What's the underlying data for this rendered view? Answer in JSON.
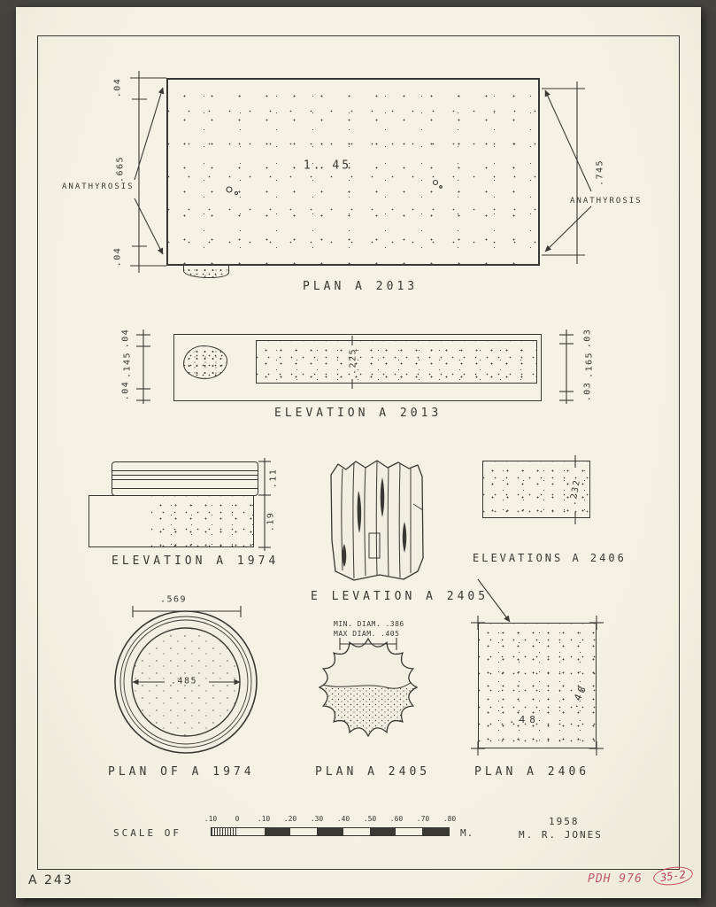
{
  "sheet": {
    "sheet_number": "A 243",
    "ref_number": "PDH 976",
    "circled_number": "35-2"
  },
  "plan_a_2013": {
    "title": "PLAN A 2013",
    "width_dim": "1. 45",
    "left_label": "ANATHYROSIS",
    "right_label": "ANATHYROSIS",
    "left_dims": [
      ".04",
      ".665",
      ".04"
    ],
    "right_dim": ".745"
  },
  "elevation_a_2013": {
    "title": "ELEVATION A 2013",
    "left_dims": [
      ".04",
      ".145",
      ".04"
    ],
    "right_dims": [
      ".03",
      ".165",
      ".03"
    ],
    "band_dim": ".225"
  },
  "elevation_a_1974": {
    "title": "ELEVATION A 1974",
    "cap_dim": ".11",
    "body_dim": ".19"
  },
  "elevation_a_2405": {
    "title": "E LEVATION A 2405"
  },
  "elevations_a_2406": {
    "title": "ELEVATIONS A 2406",
    "dim": ".232"
  },
  "plan_of_a_1974": {
    "title": "PLAN OF A 1974",
    "outer_dim": ".569",
    "inner_dim": ".485"
  },
  "plan_a_2405": {
    "title": "PLAN A 2405",
    "min_diam": "MIN. DIAM. .386",
    "max_diam": "MAX DIAM. .405"
  },
  "plan_a_2406": {
    "title": "PLAN A 2406",
    "width_dim": ".48",
    "height_dim": ".48"
  },
  "scale_bar": {
    "label": "SCALE OF",
    "ticks": [
      ".10",
      "0",
      ".10",
      ".20",
      ".30",
      ".40",
      ".50",
      ".60",
      ".70",
      ".80"
    ],
    "unit": "M.",
    "year": "1958",
    "author": "M. R. JONES"
  }
}
